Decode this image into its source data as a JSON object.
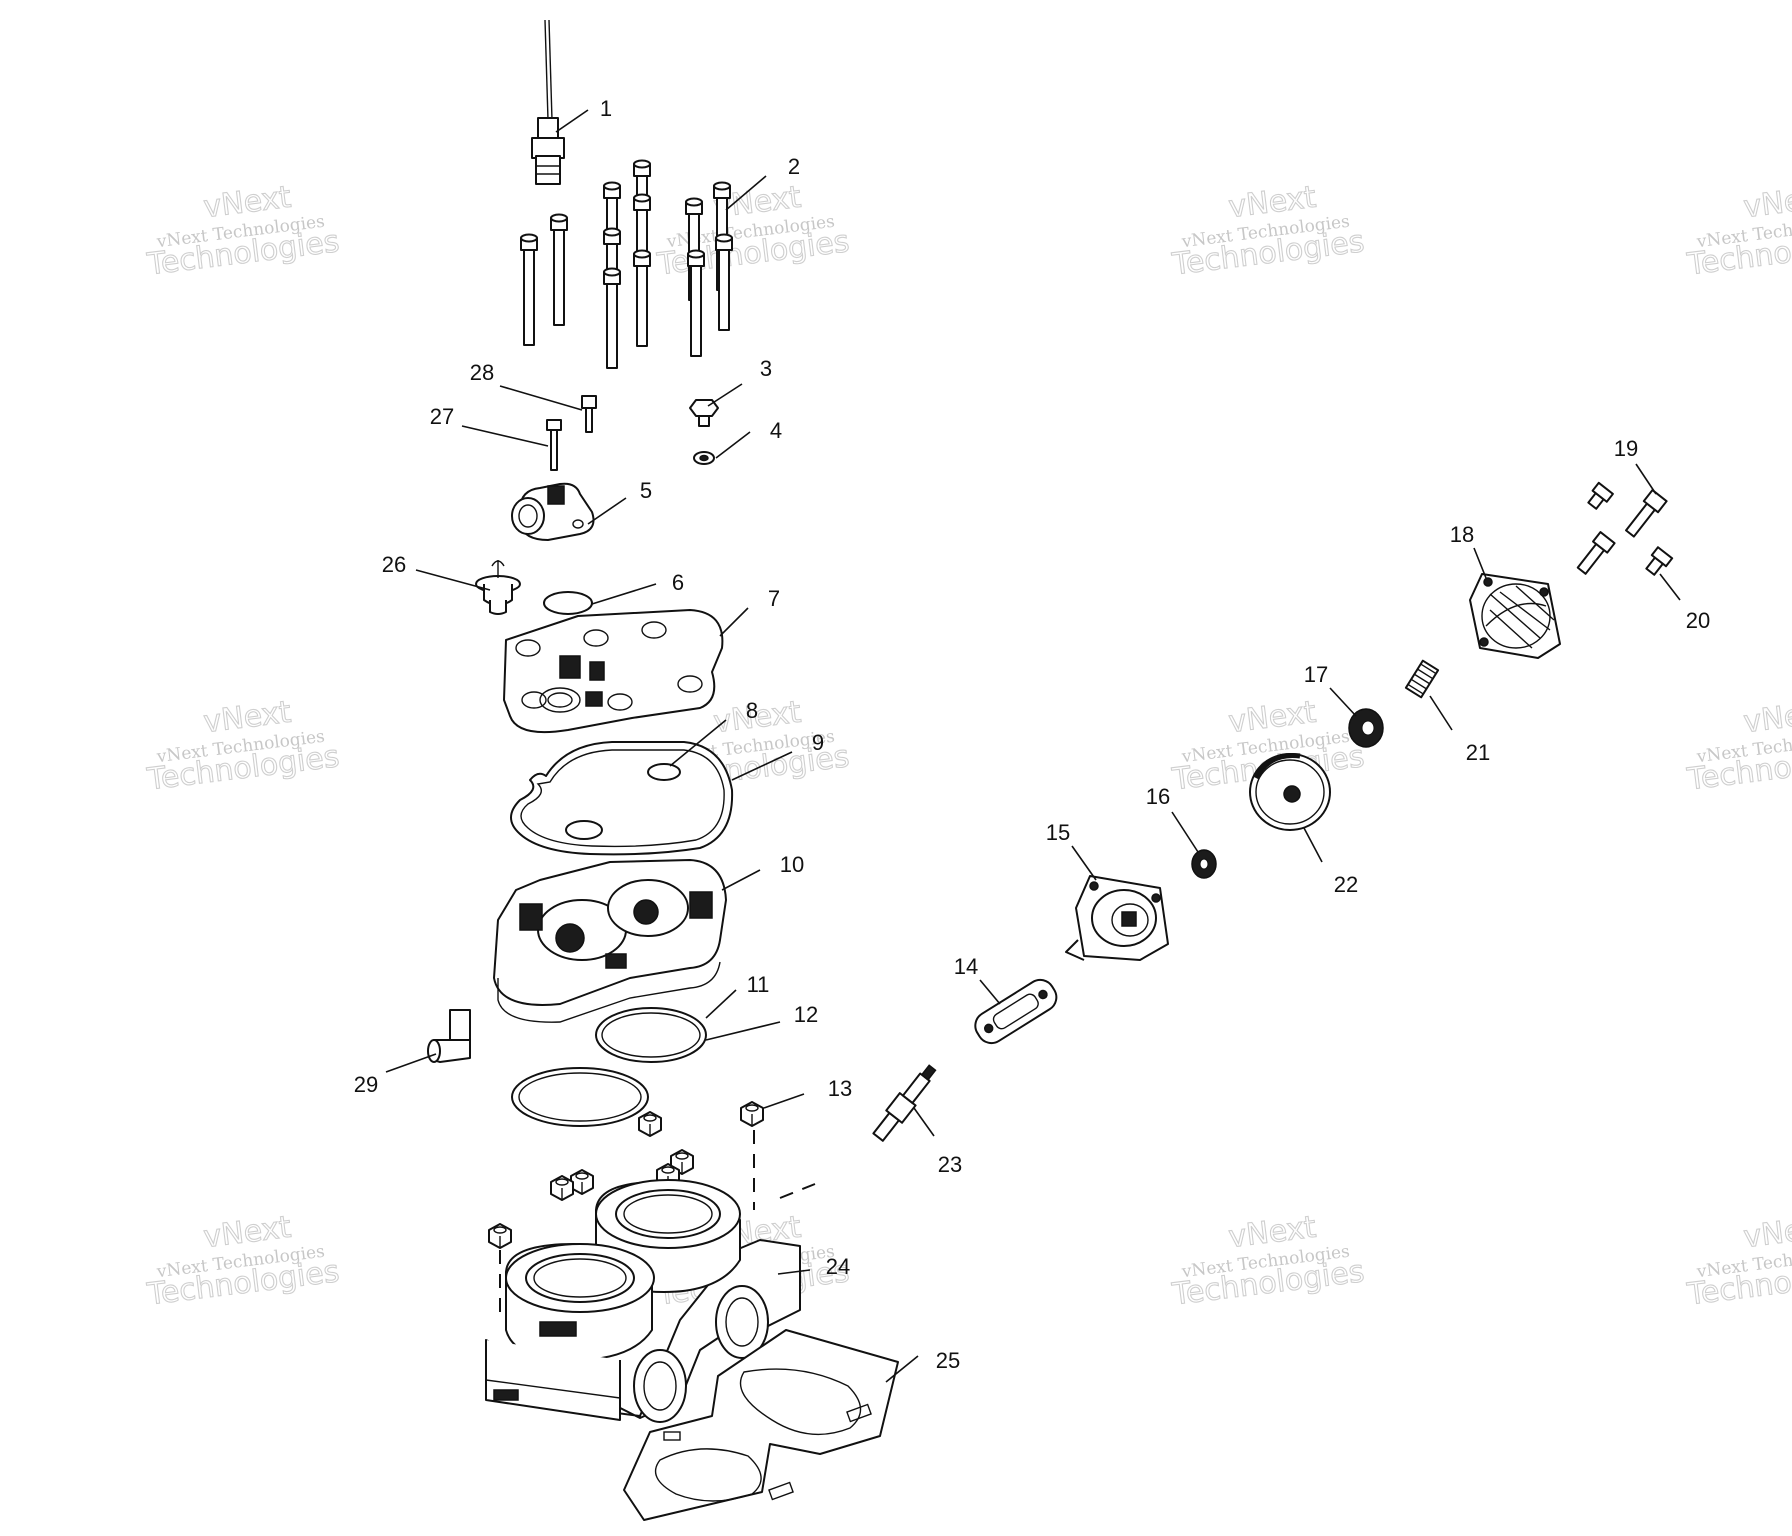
{
  "watermark": {
    "line1": "vNext",
    "line2": "vNext Technologies",
    "line3": "Technologies"
  },
  "callouts": [
    {
      "id": "1",
      "label": "1"
    },
    {
      "id": "2",
      "label": "2"
    },
    {
      "id": "3",
      "label": "3"
    },
    {
      "id": "4",
      "label": "4"
    },
    {
      "id": "5",
      "label": "5"
    },
    {
      "id": "6",
      "label": "6"
    },
    {
      "id": "7",
      "label": "7"
    },
    {
      "id": "8",
      "label": "8"
    },
    {
      "id": "9",
      "label": "9"
    },
    {
      "id": "10",
      "label": "10"
    },
    {
      "id": "11",
      "label": "11"
    },
    {
      "id": "12",
      "label": "12"
    },
    {
      "id": "13",
      "label": "13"
    },
    {
      "id": "14",
      "label": "14"
    },
    {
      "id": "15",
      "label": "15"
    },
    {
      "id": "16",
      "label": "16"
    },
    {
      "id": "17",
      "label": "17"
    },
    {
      "id": "18",
      "label": "18"
    },
    {
      "id": "19",
      "label": "19"
    },
    {
      "id": "20",
      "label": "20"
    },
    {
      "id": "21",
      "label": "21"
    },
    {
      "id": "22",
      "label": "22"
    },
    {
      "id": "23",
      "label": "23"
    },
    {
      "id": "24",
      "label": "24"
    },
    {
      "id": "25",
      "label": "25"
    },
    {
      "id": "26",
      "label": "26"
    },
    {
      "id": "27",
      "label": "27"
    },
    {
      "id": "28",
      "label": "28"
    },
    {
      "id": "29",
      "label": "29"
    }
  ],
  "colors": {
    "ink": "#111111",
    "watermark": "#9a9a9a",
    "background": "#ffffff"
  }
}
